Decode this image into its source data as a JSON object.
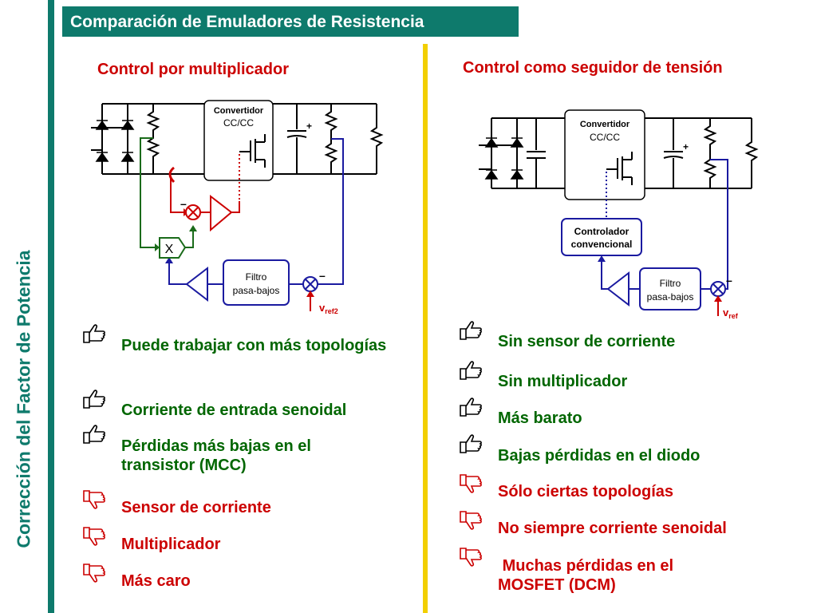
{
  "slide": {
    "title": "Comparación de Emuladores de Resistencia",
    "side_title": "Corrección del Factor de Potencia"
  },
  "left": {
    "heading": "Control por multiplicador",
    "diagram": {
      "converter": [
        "Convertidor",
        "CC/CC"
      ],
      "filter": [
        "Filtro",
        "pasa-bajos"
      ],
      "multiplier": "X",
      "minus": "–",
      "ref": "v",
      "ref_sub": "ref2"
    },
    "items": [
      {
        "kind": "pro",
        "text": "Puede trabajar con más topologías"
      },
      {
        "kind": "pro",
        "text": "Corriente de entrada senoidal"
      },
      {
        "kind": "pro",
        "text": "Pérdidas más bajas en el transistor (MCC)"
      },
      {
        "kind": "con",
        "text": "Sensor de corriente"
      },
      {
        "kind": "con",
        "text": "Multiplicador"
      },
      {
        "kind": "con",
        "text": "Más caro"
      }
    ]
  },
  "right": {
    "heading": "Control como seguidor de tensión",
    "diagram": {
      "converter": [
        "Convertidor",
        "CC/CC"
      ],
      "controller": [
        "Controlador",
        "convencional"
      ],
      "filter": [
        "Filtro",
        "pasa-bajos"
      ],
      "minus": "–",
      "ref": "v",
      "ref_sub": "ref"
    },
    "items": [
      {
        "kind": "pro",
        "text": "Sin sensor de corriente"
      },
      {
        "kind": "pro",
        "text": "Sin multiplicador"
      },
      {
        "kind": "pro",
        "text": "Más barato"
      },
      {
        "kind": "pro",
        "text": "Bajas pérdidas en el diodo"
      },
      {
        "kind": "con",
        "text": "Sólo ciertas topologías"
      },
      {
        "kind": "con",
        "text": "No siempre corriente senoidal"
      },
      {
        "kind": "con",
        "text": " Muchas pérdidas en el MOSFET (DCM)"
      }
    ]
  }
}
